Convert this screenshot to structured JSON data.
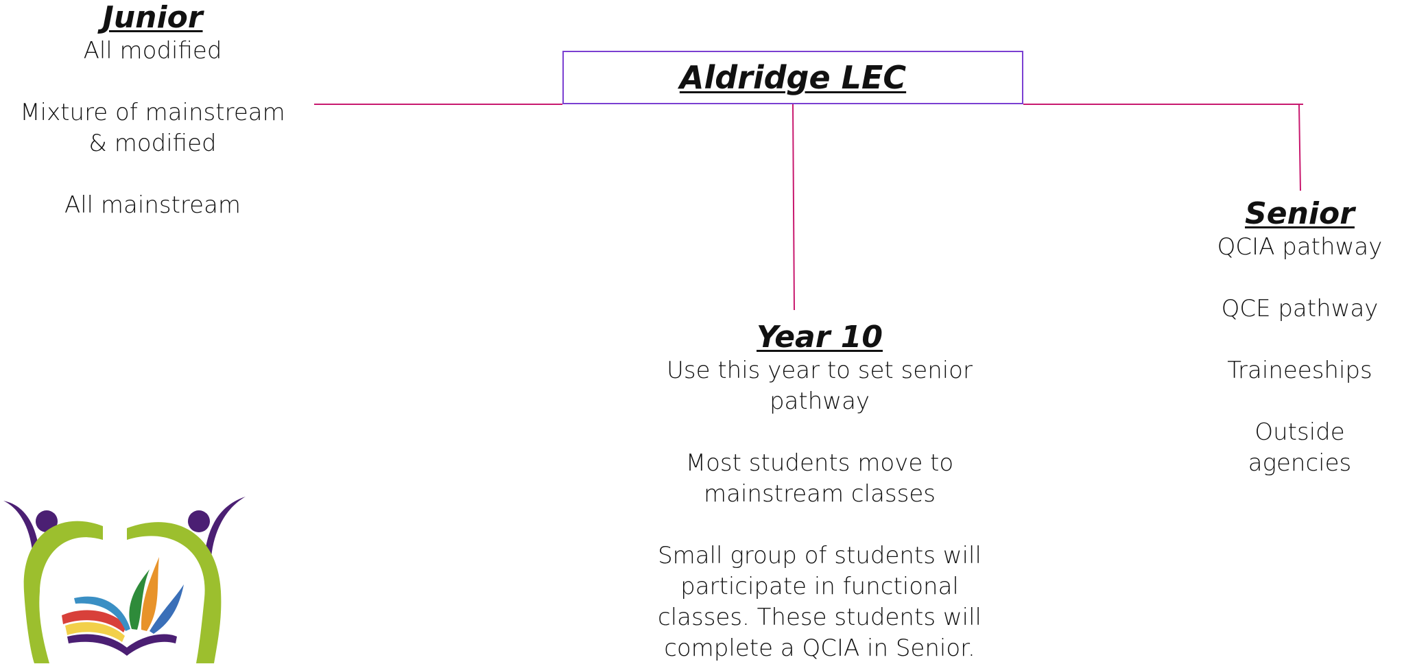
{
  "title": "Aldridge LEC",
  "junior": {
    "heading": "Junior",
    "lines": [
      "All modified",
      "",
      "Mixture of mainstream",
      "& modified",
      "",
      "All mainstream"
    ]
  },
  "year10": {
    "heading": "Year 10",
    "lines": [
      "Use this year to set senior",
      "pathway",
      "",
      "Most students move to",
      "mainstream classes",
      "",
      "Small group of students will",
      "participate in functional",
      "classes. These students will",
      "complete a QCIA in Senior."
    ]
  },
  "senior": {
    "heading": "Senior",
    "lines": [
      "QCIA pathway",
      "",
      "QCE pathway",
      "",
      "Traineeships",
      "",
      "Outside",
      "agencies"
    ]
  },
  "colors": {
    "connector": "#c8186e",
    "title_border": "#7a3fd1",
    "logo_green": "#9cbf2e",
    "logo_purple": "#4b1f73"
  }
}
